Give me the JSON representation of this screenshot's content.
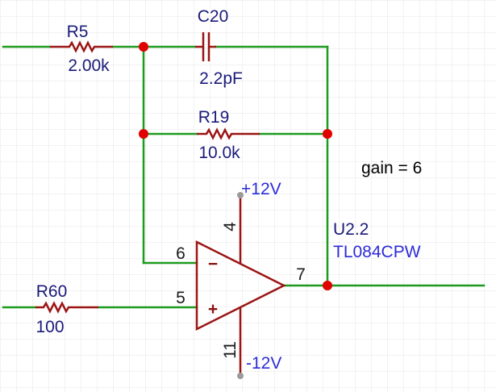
{
  "colors": {
    "wire": "#1e9a1e",
    "component": "#9b1414",
    "junction": "#e00000",
    "grid": "#e6e6e6",
    "power_pin": "#9a9a9a",
    "net_label": "#2b2bd8",
    "ref_label": "#1a1a7a"
  },
  "components": {
    "r5": {
      "ref": "R5",
      "value": "2.00k"
    },
    "c20": {
      "ref": "C20",
      "value": "2.2pF"
    },
    "r19": {
      "ref": "R19",
      "value": "10.0k"
    },
    "r60": {
      "ref": "R60",
      "value": "100"
    },
    "u22": {
      "ref": "U2.2",
      "value": "TL084CPW",
      "pin_inverting": "6",
      "pin_noninverting": "5",
      "pin_output": "7",
      "pin_vpos": "4",
      "pin_vneg": "11",
      "minus_sign": "−",
      "plus_sign": "+"
    }
  },
  "power": {
    "positive": "+12V",
    "negative": "-12V"
  },
  "annotation": {
    "gain": "gain = 6"
  }
}
